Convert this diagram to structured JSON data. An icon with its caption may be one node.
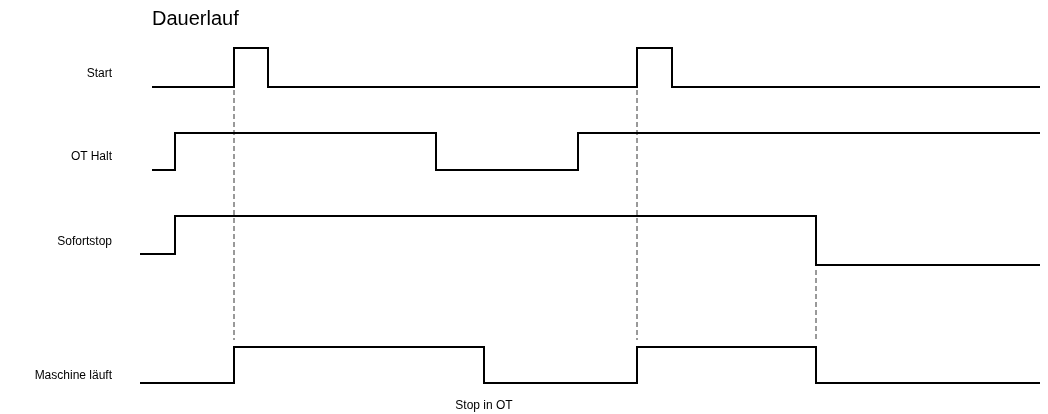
{
  "diagram": {
    "title": "Dauerlauf",
    "labels": [
      "Start",
      "OT Halt",
      "Sofortstop",
      "Maschine läuft",
      "Stop in OT"
    ]
  }
}
